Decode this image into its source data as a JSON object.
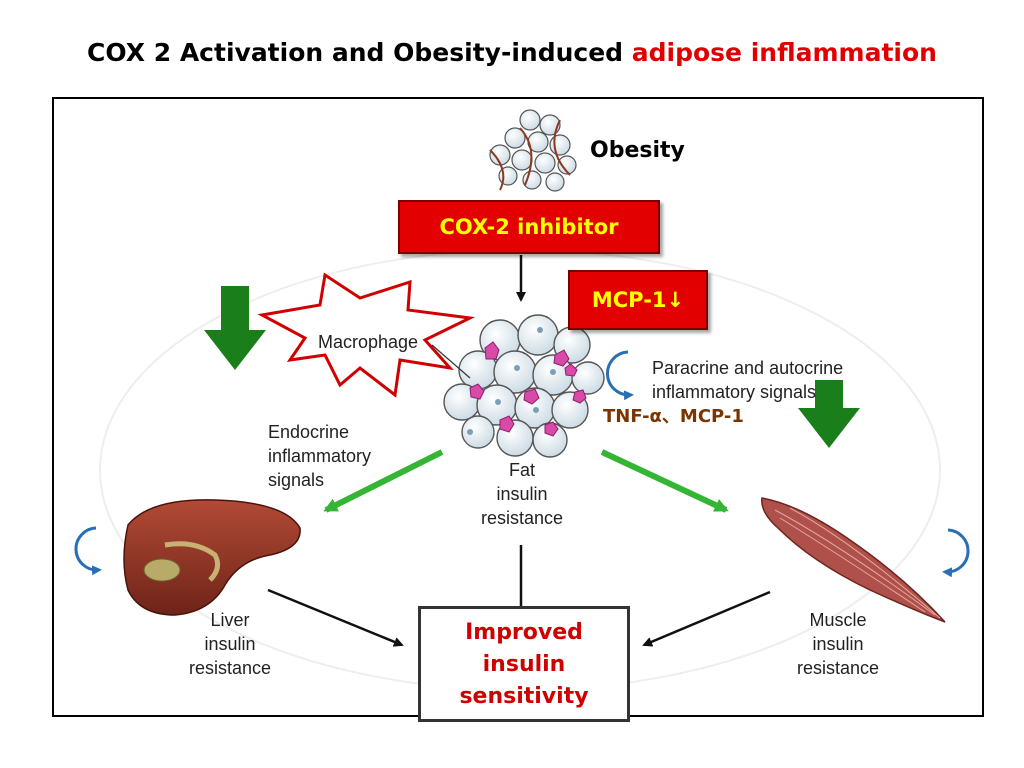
{
  "title": {
    "main": "COX 2 Activation and Obesity-induced ",
    "highlight": "adipose inflammation"
  },
  "diagram": {
    "obesity": "Obesity",
    "cox2_inhibitor": "COX-2 inhibitor",
    "mcp1": "MCP-1↓",
    "macrophage": "Macrophage",
    "paracrine_line1": "Paracrine and autocrine",
    "paracrine_line2": "inflammatory signals",
    "tnf_mcp": "TNF-α、MCP-1",
    "endocrine_line1": "Endocrine",
    "endocrine_line2": "inflammatory",
    "endocrine_line3": "signals",
    "fat_line1": "Fat",
    "fat_line2": "insulin",
    "fat_line3": "resistance",
    "liver_line1": "Liver",
    "liver_line2": "insulin",
    "liver_line3": "resistance",
    "muscle_line1": "Muscle",
    "muscle_line2": "insulin",
    "muscle_line3": "resistance",
    "result_line1": "Improved",
    "result_line2": "insulin",
    "result_line3": "sensitivity"
  },
  "colors": {
    "accent_red": "#e00000",
    "box_red": "#e30000",
    "box_text_yellow": "#ffff00",
    "down_arrow_green": "#1a7f1a",
    "signal_arrow_green": "#35b534",
    "recycle_arrow_blue": "#2a6fb5",
    "liver_brown": "#9a3a2a",
    "muscle_red": "#b0504a",
    "macrophage_pink": "#d94aa8",
    "fat_cell": "#e8f0f5"
  },
  "icons": [
    "fat-cluster-icon",
    "inflamed-adipose-icon",
    "liver-icon",
    "muscle-icon",
    "explosion-burst-icon",
    "down-arrow-icon",
    "circular-arrow-icon"
  ]
}
